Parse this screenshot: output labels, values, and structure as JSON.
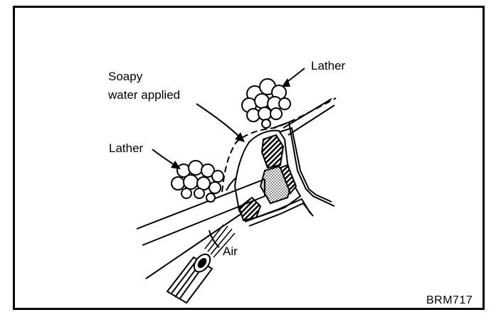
{
  "labels": {
    "soapy_line1": "Soapy",
    "soapy_line2": "water applied",
    "lather_top": "Lather",
    "lather_left": "Lather",
    "air": "Air",
    "figure_code": "BRM717"
  },
  "colors": {
    "ink": "#000000",
    "background": "#ffffff"
  }
}
